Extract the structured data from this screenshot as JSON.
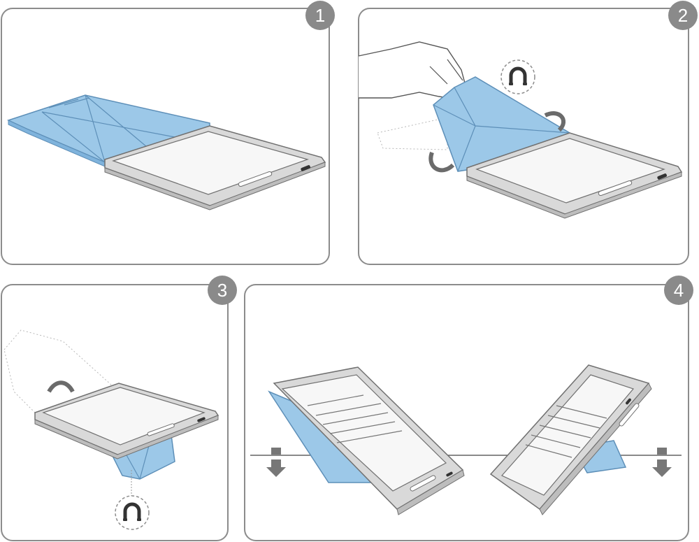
{
  "steps": [
    {
      "number": "1"
    },
    {
      "number": "2"
    },
    {
      "number": "3"
    },
    {
      "number": "4"
    }
  ],
  "icons": {
    "magnet": "magnet-icon",
    "rotate_arrow": "rotate-arrow-icon",
    "down_arrow": "down-arrow-icon",
    "hand": "hand-icon"
  },
  "colors": {
    "panel_border": "#8c8c8c",
    "badge_fill": "#8a8a8a",
    "cover_blue": "#9cc8e8",
    "cover_blue_dark": "#6fa9d6",
    "device_frame": "#d9d9d9",
    "device_outline": "#707070",
    "screen": "#f7f7f7"
  }
}
